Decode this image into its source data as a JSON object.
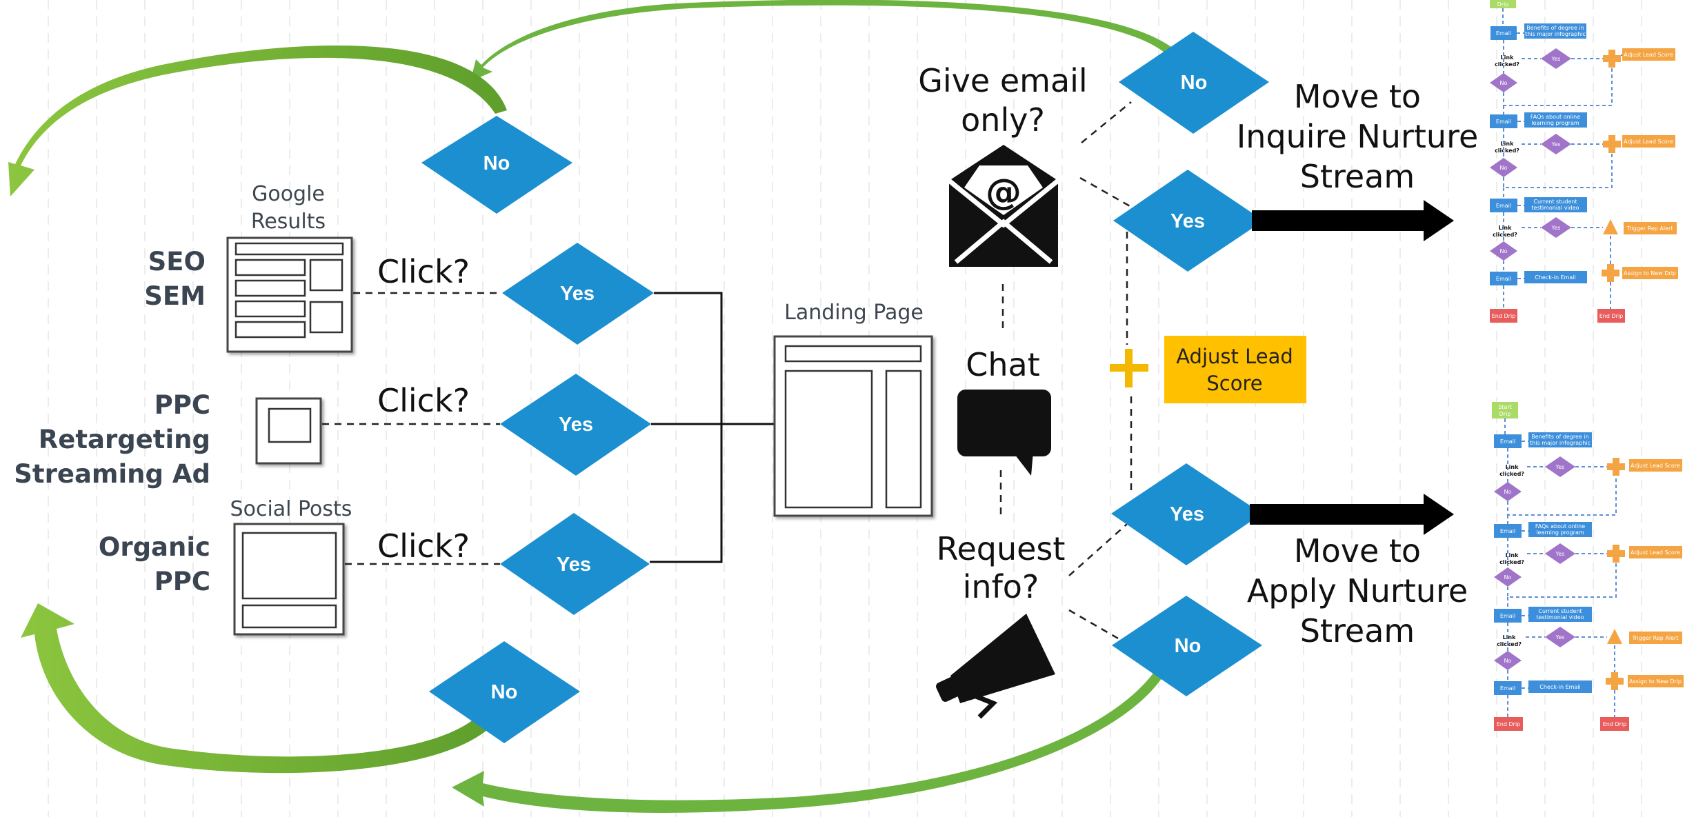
{
  "sources": {
    "seo_line1": "SEO",
    "seo_line2": "SEM",
    "ppc_line1": "PPC",
    "ppc_line2": "Retargeting",
    "ppc_line3": "Streaming Ad",
    "organic_line1": "Organic",
    "organic_line2": "PPC"
  },
  "captions": {
    "google_line1": "Google",
    "google_line2": "Results",
    "social": "Social Posts",
    "landing": "Landing Page"
  },
  "decisions": {
    "click1": "Click?",
    "click2": "Click?",
    "click3": "Click?",
    "yes": "Yes",
    "no": "No"
  },
  "conversion": {
    "give_email_line1": "Give email",
    "give_email_line2": "only?",
    "chat": "Chat",
    "request_line1": "Request",
    "request_line2": "info?",
    "adjust_line1": "Adjust Lead",
    "adjust_line2": "Score"
  },
  "streams": {
    "inquire_line1": "Move to",
    "inquire_line2": "Inquire Nurture",
    "inquire_line3": "Stream",
    "apply_line1": "Move to",
    "apply_line2": "Apply Nurture",
    "apply_line3": "Stream"
  },
  "mini_flow": {
    "start": "Drip",
    "start_top_line1": "Start",
    "start_top_line2": "Drip",
    "email": "Email",
    "link_line1": "Link",
    "link_line2": "clicked?",
    "yes": "Yes",
    "no": "No",
    "benefits_line1": "Benefits of degree in",
    "benefits_line2": "this major infographic",
    "faqs_line1": "FAQs about online",
    "faqs_line2": "learning program",
    "testimonial_line1": "Current student",
    "testimonial_line2": "testimonial video",
    "checkin": "Check-in Email",
    "adjust": "Adjust Lead Score",
    "trigger": "Trigger Rep Alert",
    "assign": "Assign to New Drip",
    "end": "End Drip"
  },
  "colors": {
    "diamond": "#1b8fd0",
    "arrow_green": "#6db33f",
    "adjust_box": "#ffc000",
    "plus": "#f5b800"
  }
}
